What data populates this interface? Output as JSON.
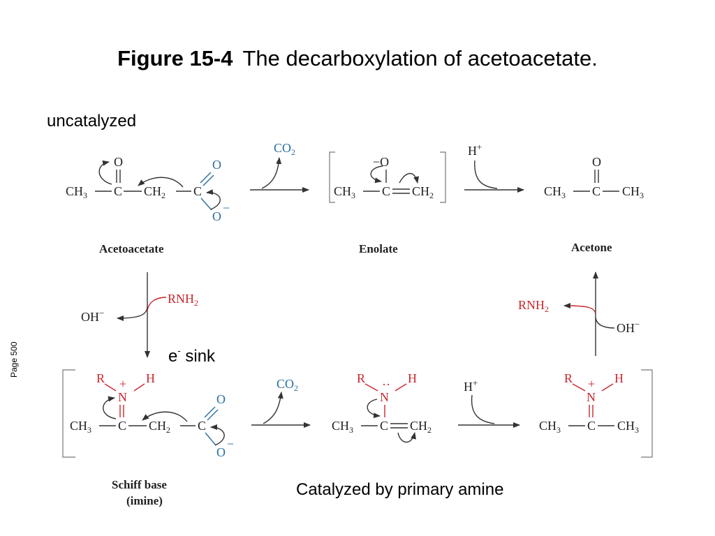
{
  "title": {
    "figure": "Figure 15-4",
    "text": "The decarboxylation of acetoacetate."
  },
  "labels": {
    "uncatalyzed": "uncatalyzed",
    "e_sink_base": "e",
    "e_sink_sup": "-",
    "e_sink_word": "sink",
    "catalyzed": "Catalyzed by primary amine",
    "page": "Page 500"
  },
  "compounds": {
    "acetoacetate": "Acetoacetate",
    "enolate": "Enolate",
    "acetone": "Acetone",
    "schiff_base_line1": "Schiff base",
    "schiff_base_line2": "(imine)"
  },
  "reagents": {
    "co2": "CO2",
    "h_plus": "H+",
    "rnh2": "RNH2",
    "oh_minus": "OH−"
  },
  "colors": {
    "blue": "#2a6f9e",
    "red": "#c8282e",
    "text": "#222222"
  }
}
